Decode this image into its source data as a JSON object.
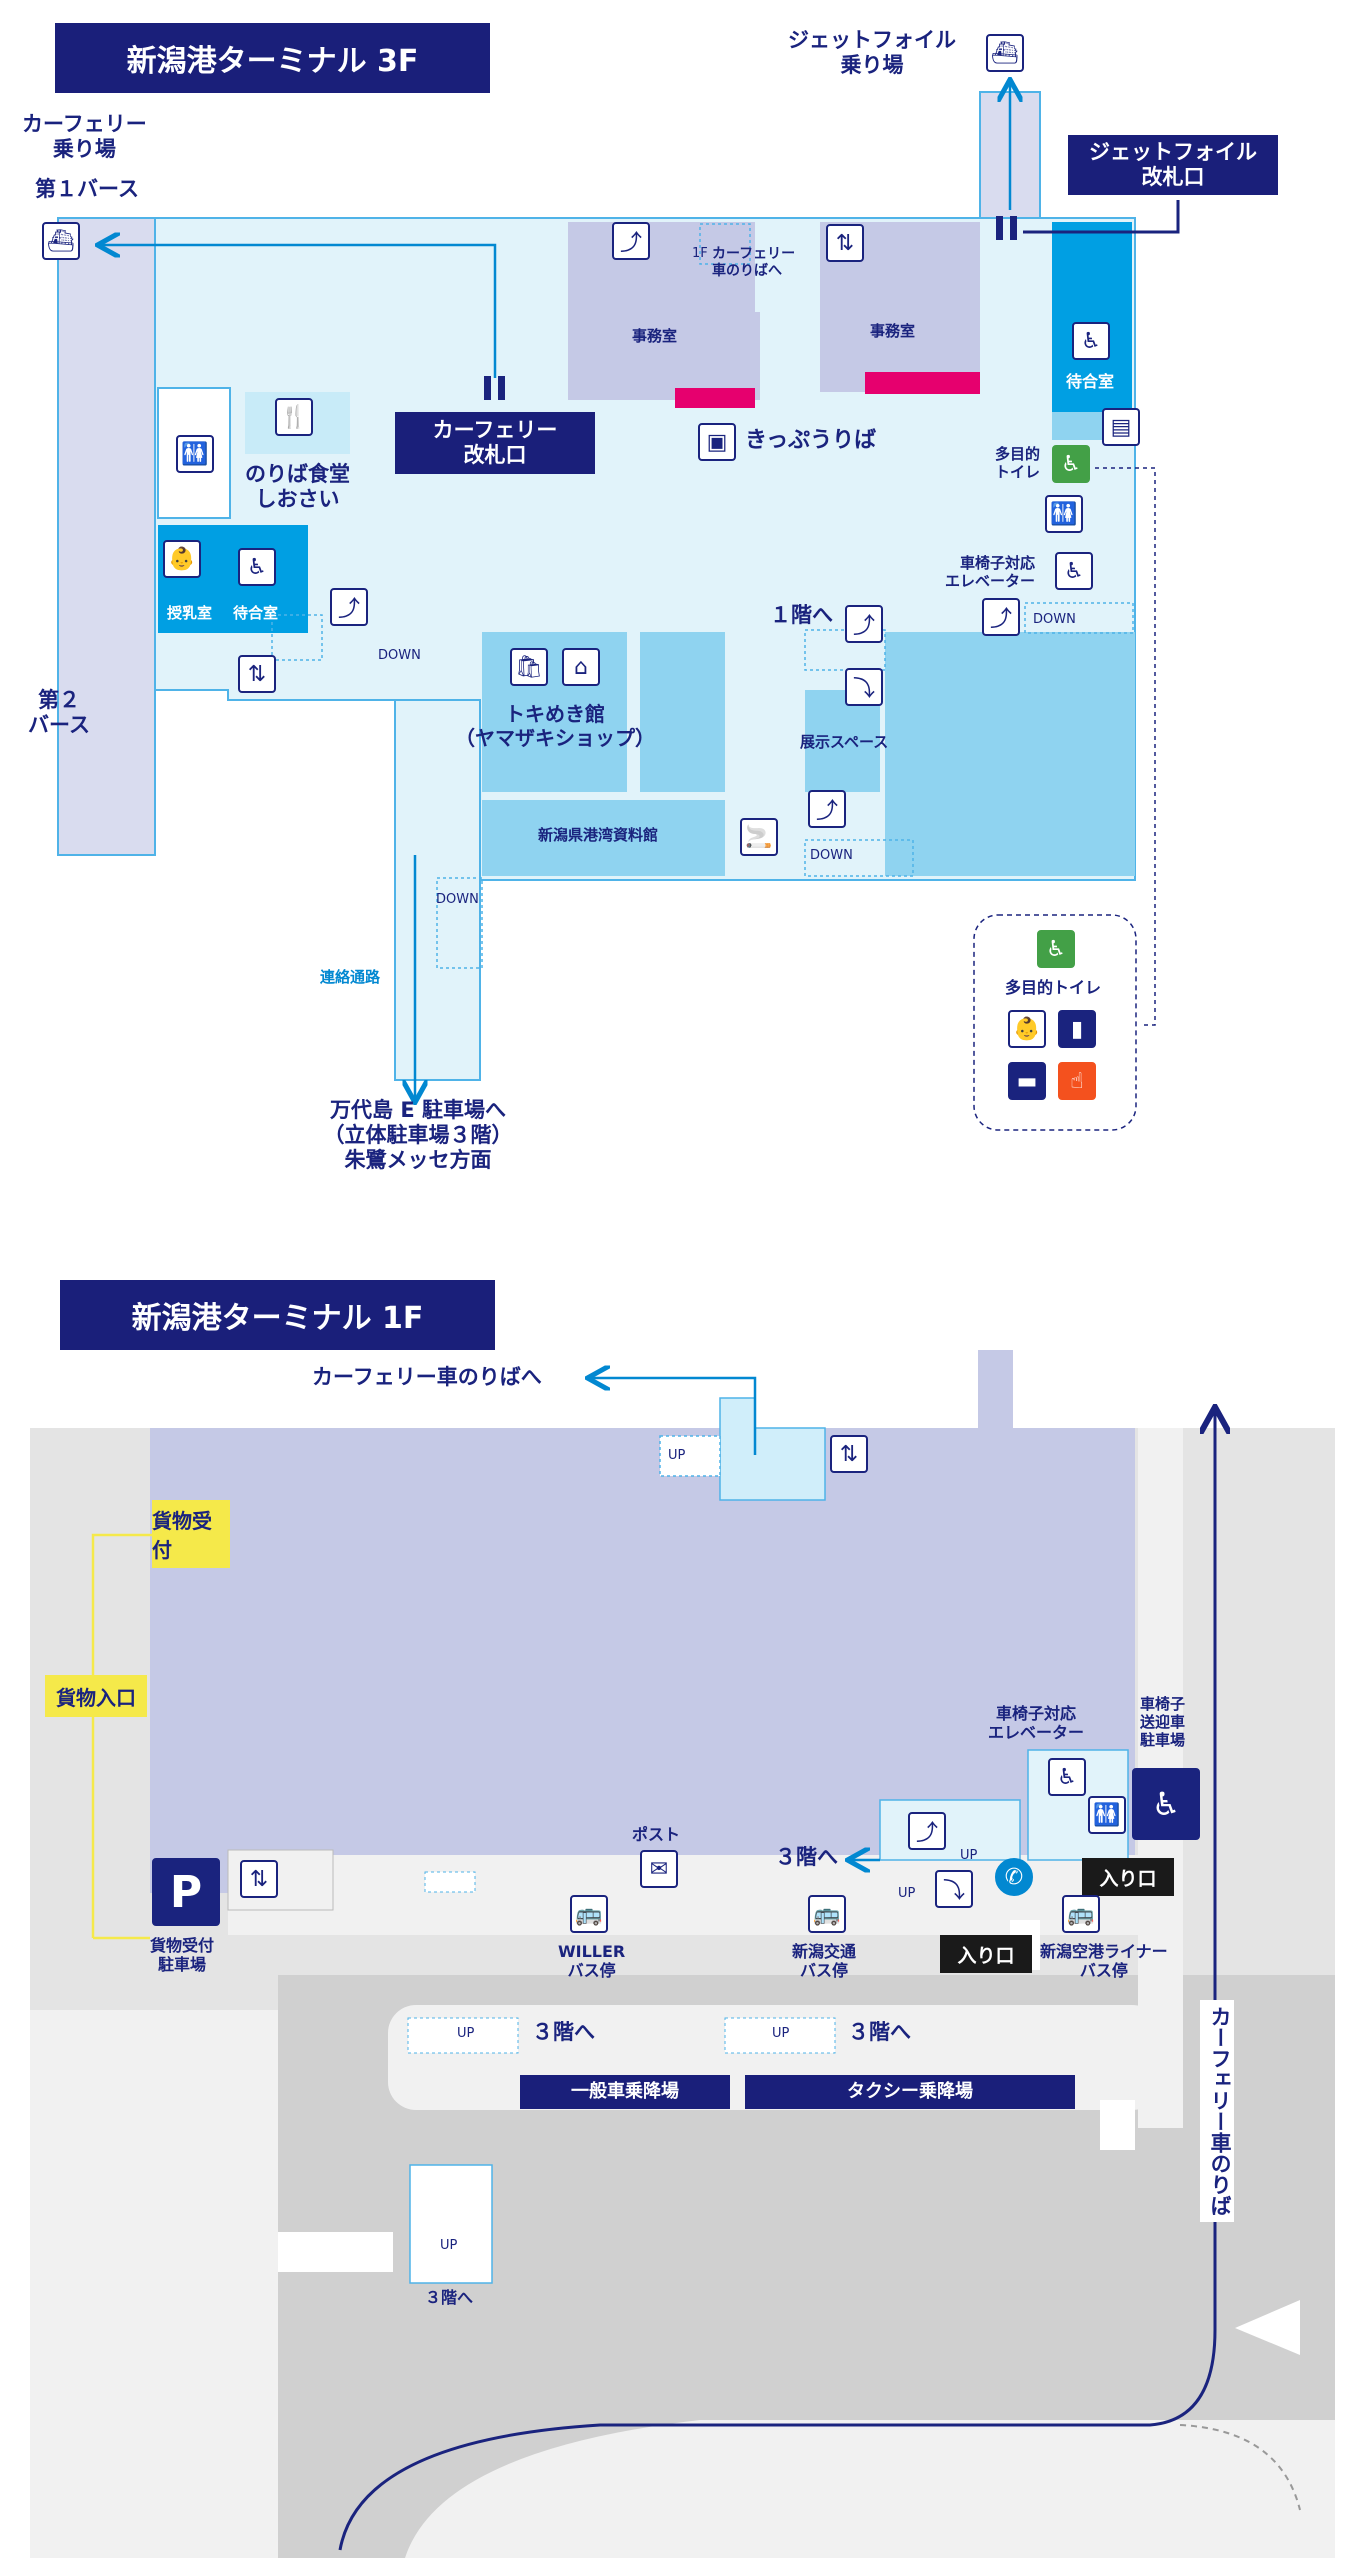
{
  "floor3": {
    "title": "新潟港ターミナル 3F",
    "jetfoil_berth": "ジェットフォイル\n乗り場",
    "jetfoil_gate": "ジェットフォイル\n改札口",
    "ferry_berth": "カーフェリー\n乗り場",
    "berth1": "第１バース",
    "berth2": "第２\nバース",
    "stairs_1f_label": "1F",
    "ferry_car_boarding": "カーフェリー\n車のりばへ",
    "office": "事務室",
    "ferry_gate": "カーフェリー\n改札口",
    "ticket_sales": "きっぷうりば",
    "waiting_room": "待合室",
    "multipurpose_toilet": "多目的\nトイレ",
    "cafeteria": "のりば食堂\nしおさい",
    "nursing_room": "授乳室",
    "wheelchair_elevator": "車椅子対応\nエレベーター",
    "to_1f": "１階へ",
    "down": "DOWN",
    "tokimeki": "トキめき館\n（ヤマザキショップ）",
    "exhibition": "展示スペース",
    "port_museum": "新潟県港湾資料館",
    "connecting_passage": "連絡通路",
    "bandai": "万代島 E 駐車場へ\n（立体駐車場３階）\n朱鷺メッセ方面",
    "toilet_callout": "多目的トイレ"
  },
  "floor1": {
    "title": "新潟港ターミナル 1F",
    "ferry_car_boarding": "カーフェリー車のりばへ",
    "cargo_reception": "貨物受付",
    "cargo_entrance": "貨物入口",
    "cargo_parking": "貨物受付\n駐車場",
    "wheelchair_elevator": "車椅子対応\nエレベーター",
    "wheelchair_parking": "車椅子\n送迎車\n駐車場",
    "post": "ポスト",
    "to_3f": "３階へ",
    "entrance": "入り口",
    "willer": "WILLER\nバス停",
    "niigata_kotsu": "新潟交通\nバス停",
    "airport_liner": "新潟空港ライナー\nバス停",
    "up": "UP",
    "general_dropoff": "一般車乗降場",
    "taxi": "タクシー乗降場",
    "ferry_car_vertical": "カーフェリー車のりば"
  },
  "colors": {
    "navy": "#1a1f7a",
    "light_blue": "#e1f3fa",
    "mid_blue": "#8fd3f0",
    "bright_blue": "#0288d1",
    "lavender": "#c5c9e6",
    "magenta": "#e6006e",
    "yellow": "#f5e94a",
    "gray": "#e4e4e4"
  },
  "icons": {
    "ship": "ship-icon",
    "escalator": "escalator-icon",
    "elevator": "elevator-icon",
    "wheelchair": "wheelchair-icon",
    "restroom": "restroom-icon",
    "restaurant": "fork-knife-icon",
    "bus": "bus-icon",
    "post": "mail-icon",
    "parking": "parking-icon",
    "phone": "phone-icon",
    "smoking": "smoking-icon",
    "shop": "shopping-bag-icon",
    "ticket": "ticket-icon"
  }
}
